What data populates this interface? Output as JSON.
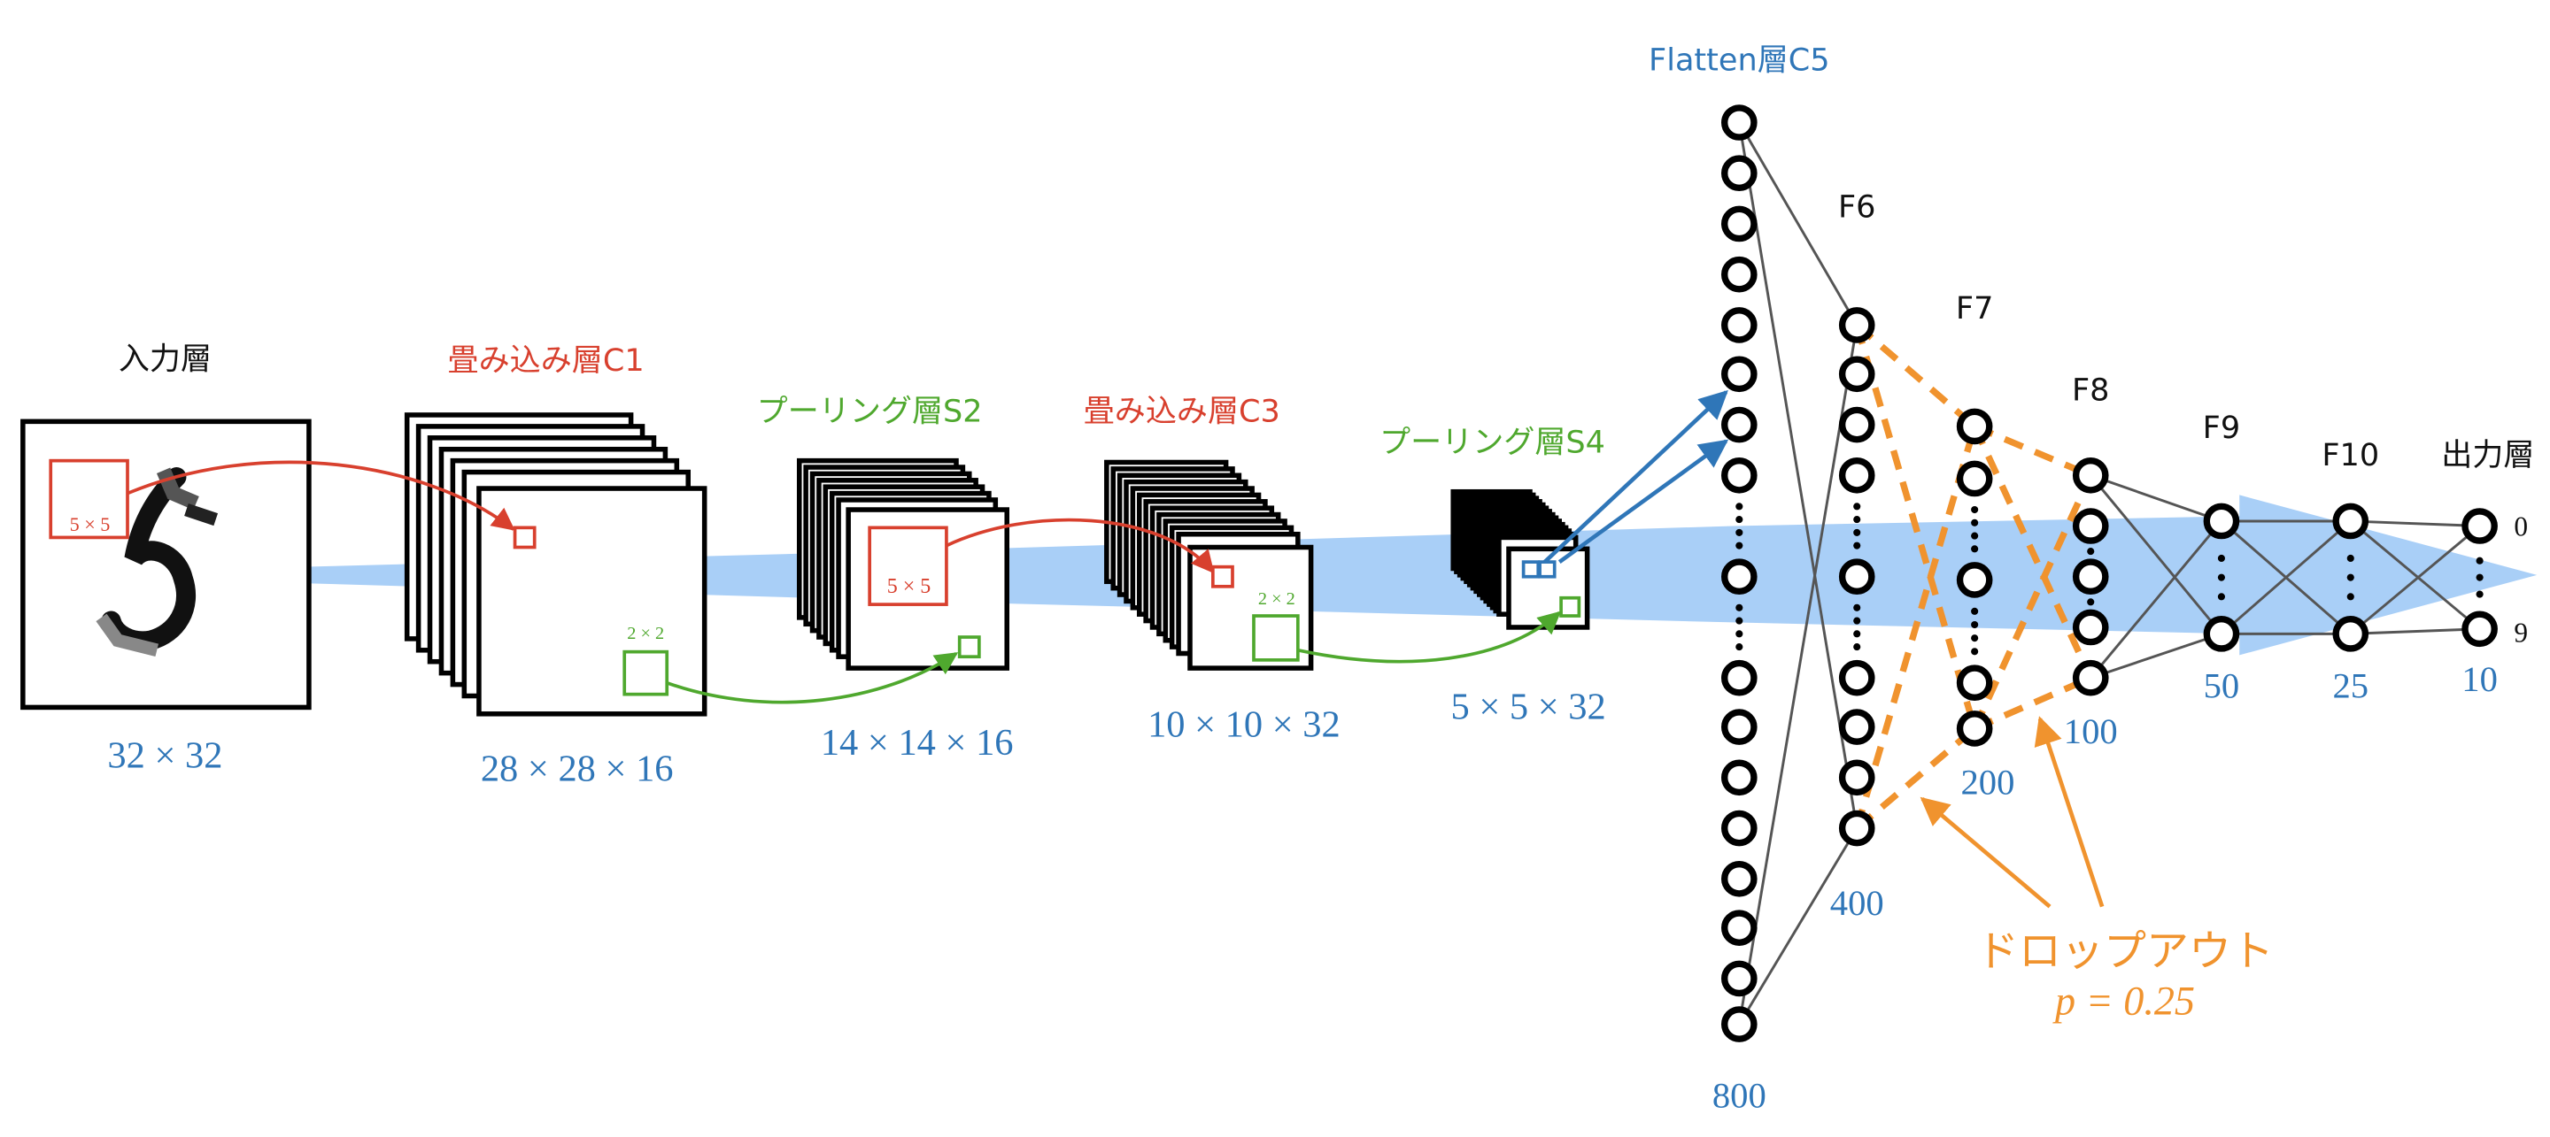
{
  "colors": {
    "arrow_band": "#a9cff7",
    "conv": "#d8402e",
    "pool": "#4fa82e",
    "size_label": "#2f76b8",
    "dropout": "#f0932e",
    "text": "#111111"
  },
  "layers": {
    "input": {
      "title": "入力層",
      "size": "32 × 32",
      "window": "5 × 5"
    },
    "c1": {
      "title": "畳み込み層C1",
      "size": "28 × 28 × 16",
      "window": "2 × 2"
    },
    "s2": {
      "title": "プーリング層S2",
      "size": "14 × 14 × 16",
      "window": "5 × 5"
    },
    "c3": {
      "title": "畳み込み層C3",
      "size": "10 × 10 × 32",
      "window": "2 × 2"
    },
    "s4": {
      "title": "プーリング層S4",
      "size": "5 × 5 × 32"
    },
    "c5": {
      "title": "Flatten層C5",
      "count": "800"
    },
    "f6": {
      "title": "F6",
      "count": "400"
    },
    "f7": {
      "title": "F7",
      "count": "200"
    },
    "f8": {
      "title": "F8",
      "count": "100"
    },
    "f9": {
      "title": "F9",
      "count": "50"
    },
    "f10": {
      "title": "F10",
      "count": "25"
    },
    "output": {
      "title": "出力層",
      "count": "10",
      "first_label": "0",
      "last_label": "9"
    }
  },
  "dropout": {
    "label": "ドロップアウト",
    "param": "p = 0.25"
  }
}
